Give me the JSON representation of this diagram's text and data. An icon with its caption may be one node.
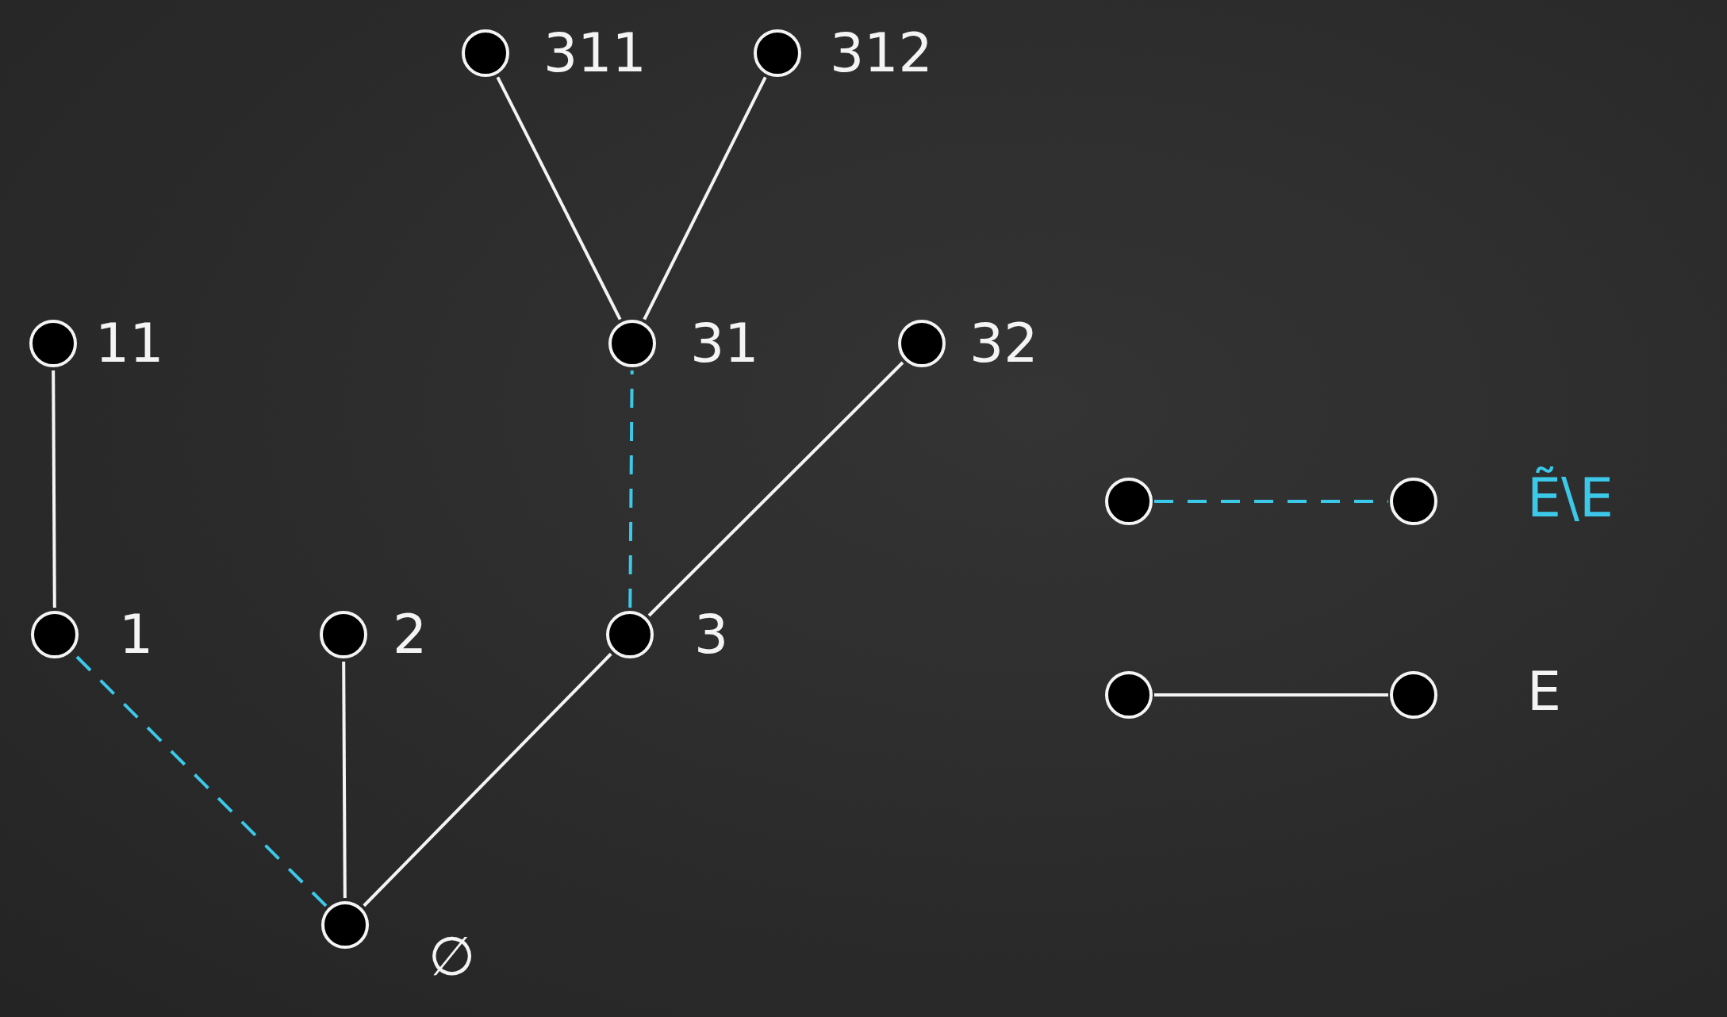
{
  "diagram": {
    "nodes": [
      {
        "text": [],
        "shape": "circle",
        "beside": [
          "311"
        ]
      },
      {
        "text": [],
        "shape": "circle",
        "beside": [
          "312"
        ]
      },
      {
        "text": [],
        "shape": "circle",
        "beside": [
          "11"
        ]
      },
      {
        "text": [],
        "shape": "circle",
        "beside": [
          "31"
        ]
      },
      {
        "text": [],
        "shape": "circle",
        "beside": [
          "32"
        ]
      },
      {
        "text": [],
        "shape": "circle",
        "beside": [
          "1"
        ]
      },
      {
        "text": [],
        "shape": "circle",
        "beside": [
          "2"
        ]
      },
      {
        "text": [],
        "shape": "circle",
        "beside": [
          "3"
        ]
      },
      {
        "text": [],
        "shape": "circle",
        "beside": [
          "∅"
        ]
      }
    ],
    "edges": [
      {
        "from": 3,
        "to": 0,
        "arrow": "none"
      },
      {
        "from": 3,
        "to": 1,
        "arrow": "none"
      },
      {
        "from": 5,
        "to": 2,
        "arrow": "none"
      },
      {
        "from": 7,
        "to": 3,
        "arrow": "none",
        "style": "dashed",
        "color": "#3cc8e8"
      },
      {
        "from": 7,
        "to": 4,
        "arrow": "none"
      },
      {
        "from": 8,
        "to": 5,
        "arrow": "none",
        "style": "dashed",
        "color": "#3cc8e8"
      },
      {
        "from": 8,
        "to": 6,
        "arrow": "none"
      },
      {
        "from": 8,
        "to": 7,
        "arrow": "none"
      }
    ],
    "legend": [
      {
        "text": "Ẽ\\E"
      },
      {
        "text": "E"
      }
    ]
  }
}
